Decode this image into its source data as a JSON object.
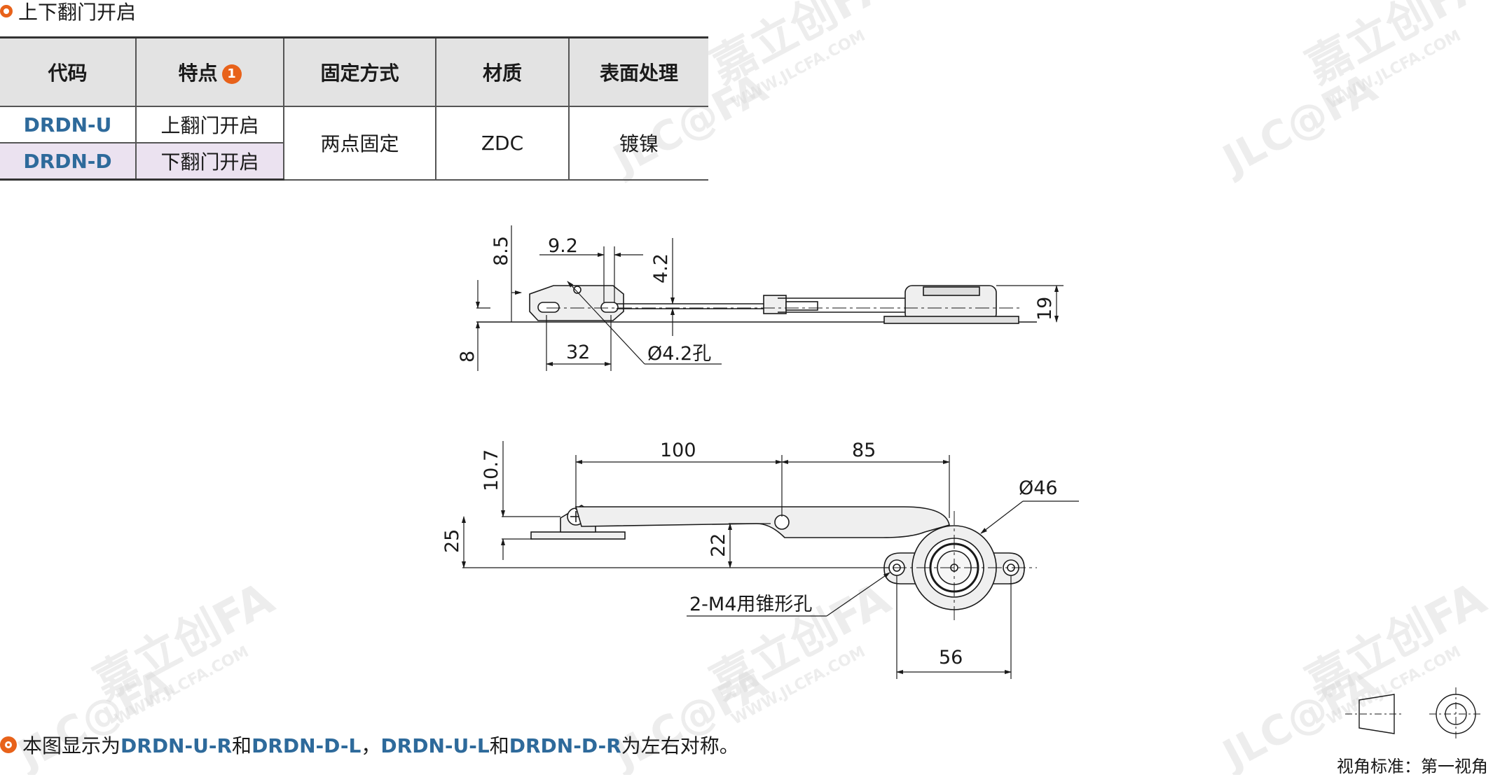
{
  "section_title": "上下翻门开启",
  "table": {
    "headers": [
      "代码",
      "特点",
      "固定方式",
      "材质",
      "表面处理"
    ],
    "feature_note_marker": "1",
    "rows": [
      {
        "code": "DRDN-U",
        "feature": "上翻门开启"
      },
      {
        "code": "DRDN-D",
        "feature": "下翻门开启"
      }
    ],
    "fixing": "两点固定",
    "material": "ZDC",
    "surface": "镀镍"
  },
  "side_view_dims": {
    "d1": "8.5",
    "d2": "9.2",
    "d3": "4.2",
    "d4": "19",
    "d5": "8",
    "d6": "32",
    "hole": "Ø4.2孔"
  },
  "top_view_dims": {
    "d1": "100",
    "d2": "85",
    "d3": "10.7",
    "d4": "Ø46",
    "d5": "25",
    "d6": "22",
    "thread": "2-M4用锥形孔",
    "d7": "56"
  },
  "watermark": {
    "brand": "嘉立创FA",
    "url": "WWW.JLCFA.COM",
    "logo": "JLC@FA"
  },
  "footer": {
    "prefix": "本图显示为",
    "code1": "DRDN-U-R",
    "and1": "和",
    "code2": "DRDN-D-L",
    "sep": "，",
    "code3": "DRDN-U-L",
    "and2": "和",
    "code4": "DRDN-D-R",
    "suffix": "为左右对称。"
  },
  "projection_label": "视角标准：第一视角",
  "colors": {
    "accent": "#e8621a",
    "code_blue": "#2e6a9b",
    "header_bg": "#e3e3e3",
    "alt_row_bg": "#ebe2f0"
  }
}
